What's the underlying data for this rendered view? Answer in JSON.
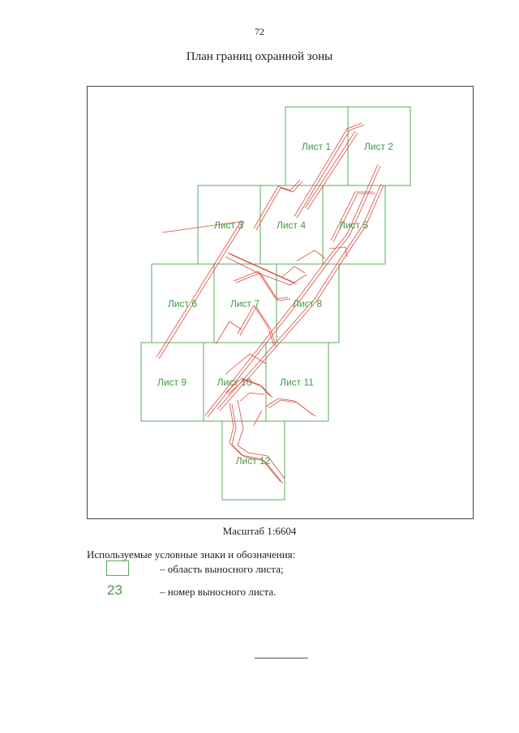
{
  "page_number": "72",
  "title": "План границ охранной зоны",
  "scale": "Масштаб 1:6604",
  "legend": {
    "title": "Используемые условные знаки и обозначения:",
    "sheet_area_text": "– область выносного листа;",
    "sheet_number_sample": "23",
    "sheet_number_text": "– номер выносного листа."
  },
  "sheets": [
    {
      "id": 1,
      "label": "Лист 1"
    },
    {
      "id": 2,
      "label": "Лист 2"
    },
    {
      "id": 3,
      "label": "Лист 3"
    },
    {
      "id": 4,
      "label": "Лист 4"
    },
    {
      "id": 5,
      "label": "Лист 5"
    },
    {
      "id": 6,
      "label": "Лист 6"
    },
    {
      "id": 7,
      "label": "Лист 7"
    },
    {
      "id": 8,
      "label": "Лист 8"
    },
    {
      "id": 9,
      "label": "Лист 9"
    },
    {
      "id": 10,
      "label": "Лист 10"
    },
    {
      "id": 11,
      "label": "Лист 11"
    },
    {
      "id": 12,
      "label": "Лист 12"
    }
  ],
  "colors": {
    "sheet_outline": "#5aab5a",
    "sheet_label": "#3e9c3e",
    "protection_zone": "#d94b3f"
  }
}
